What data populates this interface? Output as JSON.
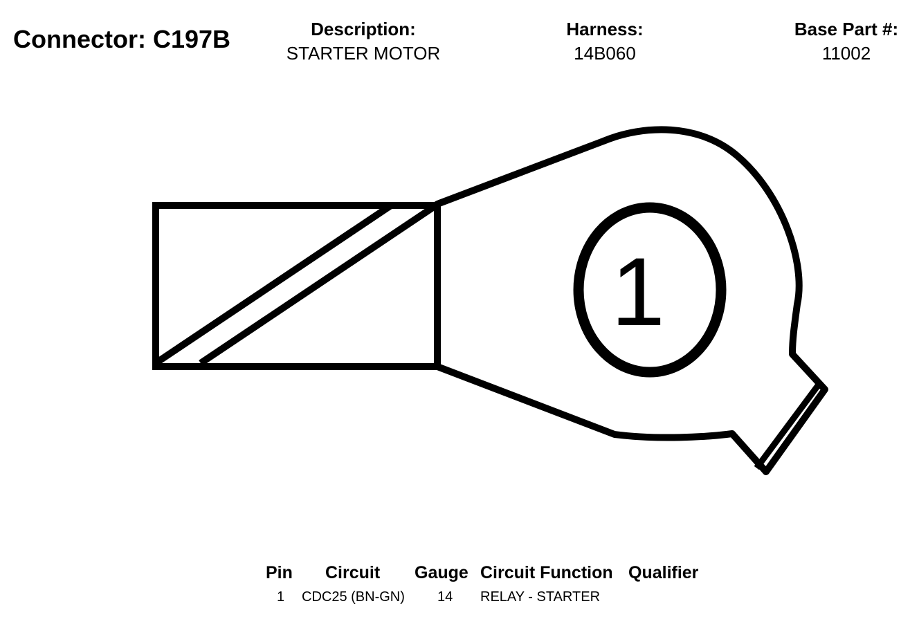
{
  "connector": {
    "title": "Connector: C197B"
  },
  "header": {
    "description_label": "Description:",
    "description_value": "STARTER MOTOR",
    "harness_label": "Harness:",
    "harness_value": "14B060",
    "base_part_label": "Base Part #:",
    "base_part_value": "11002"
  },
  "diagram": {
    "pin_number": "1",
    "stroke_color": "#000000",
    "fill_color": "#ffffff"
  },
  "pin_table": {
    "columns": [
      "Pin",
      "Circuit",
      "Gauge",
      "Circuit Function",
      "Qualifier"
    ],
    "rows": [
      {
        "pin": "1",
        "circuit": "CDC25 (BN-GN)",
        "gauge": "14",
        "function": "RELAY - STARTER",
        "qualifier": ""
      }
    ]
  }
}
